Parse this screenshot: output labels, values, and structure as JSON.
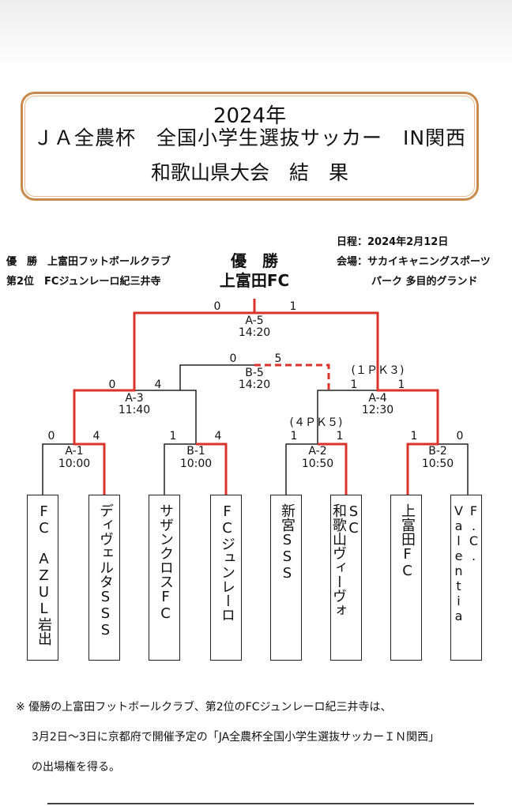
{
  "title": {
    "year": "2024年",
    "tournament": "ＪＡ全農杯　全国小学生選抜サッカー　IN関西",
    "subtitle": "和歌山県大会　結　果"
  },
  "results": {
    "winner_line": "優　勝　上富田フットボールクラブ",
    "second_line": "第2位　FCジュンレーロ紀三井寺"
  },
  "champion": {
    "label": "優　勝",
    "team": "上富田FC"
  },
  "schedule": {
    "date": "日程：2024年2月12日",
    "venue_line1": "会場：サカイキャニングスポーツ",
    "venue_line2": "パーク 多目的グランド"
  },
  "matches": {
    "A5": {
      "name": "A-5",
      "time": "14:20",
      "left_score": "0",
      "right_score": "1"
    },
    "B5": {
      "name": "B-5",
      "time": "14:20",
      "left_score": "0",
      "right_score": "5"
    },
    "A3": {
      "name": "A-3",
      "time": "11:40",
      "left_score": "0",
      "right_score": "4"
    },
    "A4": {
      "name": "A-4",
      "time": "12:30",
      "left_score": "1",
      "right_score": "1",
      "pk": "(１ＰＫ３)"
    },
    "A1": {
      "name": "A-1",
      "time": "10:00",
      "left_score": "0",
      "right_score": "4"
    },
    "B1": {
      "name": "B-1",
      "time": "10:00",
      "left_score": "1",
      "right_score": "4"
    },
    "A2": {
      "name": "A-2",
      "time": "10:50",
      "left_score": "1",
      "right_score": "1",
      "pk": "(４ＰＫ５)"
    },
    "B2": {
      "name": "B-2",
      "time": "10:50",
      "left_score": "1",
      "right_score": "0"
    }
  },
  "teams": [
    "FC　AZUL岩出",
    "ディヴェルタSSS",
    "サザンクロスFC",
    "FCジュンレーロ",
    "新宮SSS",
    "和歌山ヴィーヴォ",
    "上富田FC",
    "Valentia"
  ],
  "team_prefix": {
    "teams.5": "SC",
    "teams.7": "F.C."
  },
  "colors": {
    "winner_line": "#d9332b",
    "loser_line": "#222222",
    "title_border": "#c98a4e"
  },
  "footnote": {
    "line1": "※ 優勝の上富田フットボールクラブ、第2位のFCジュンレーロ紀三井寺は、",
    "line2": "3月2日〜3日に京都府で開催予定の「JA全農杯全国小学生選抜サッカーＩＮ関西」",
    "line3": "の出場権を得る。"
  }
}
